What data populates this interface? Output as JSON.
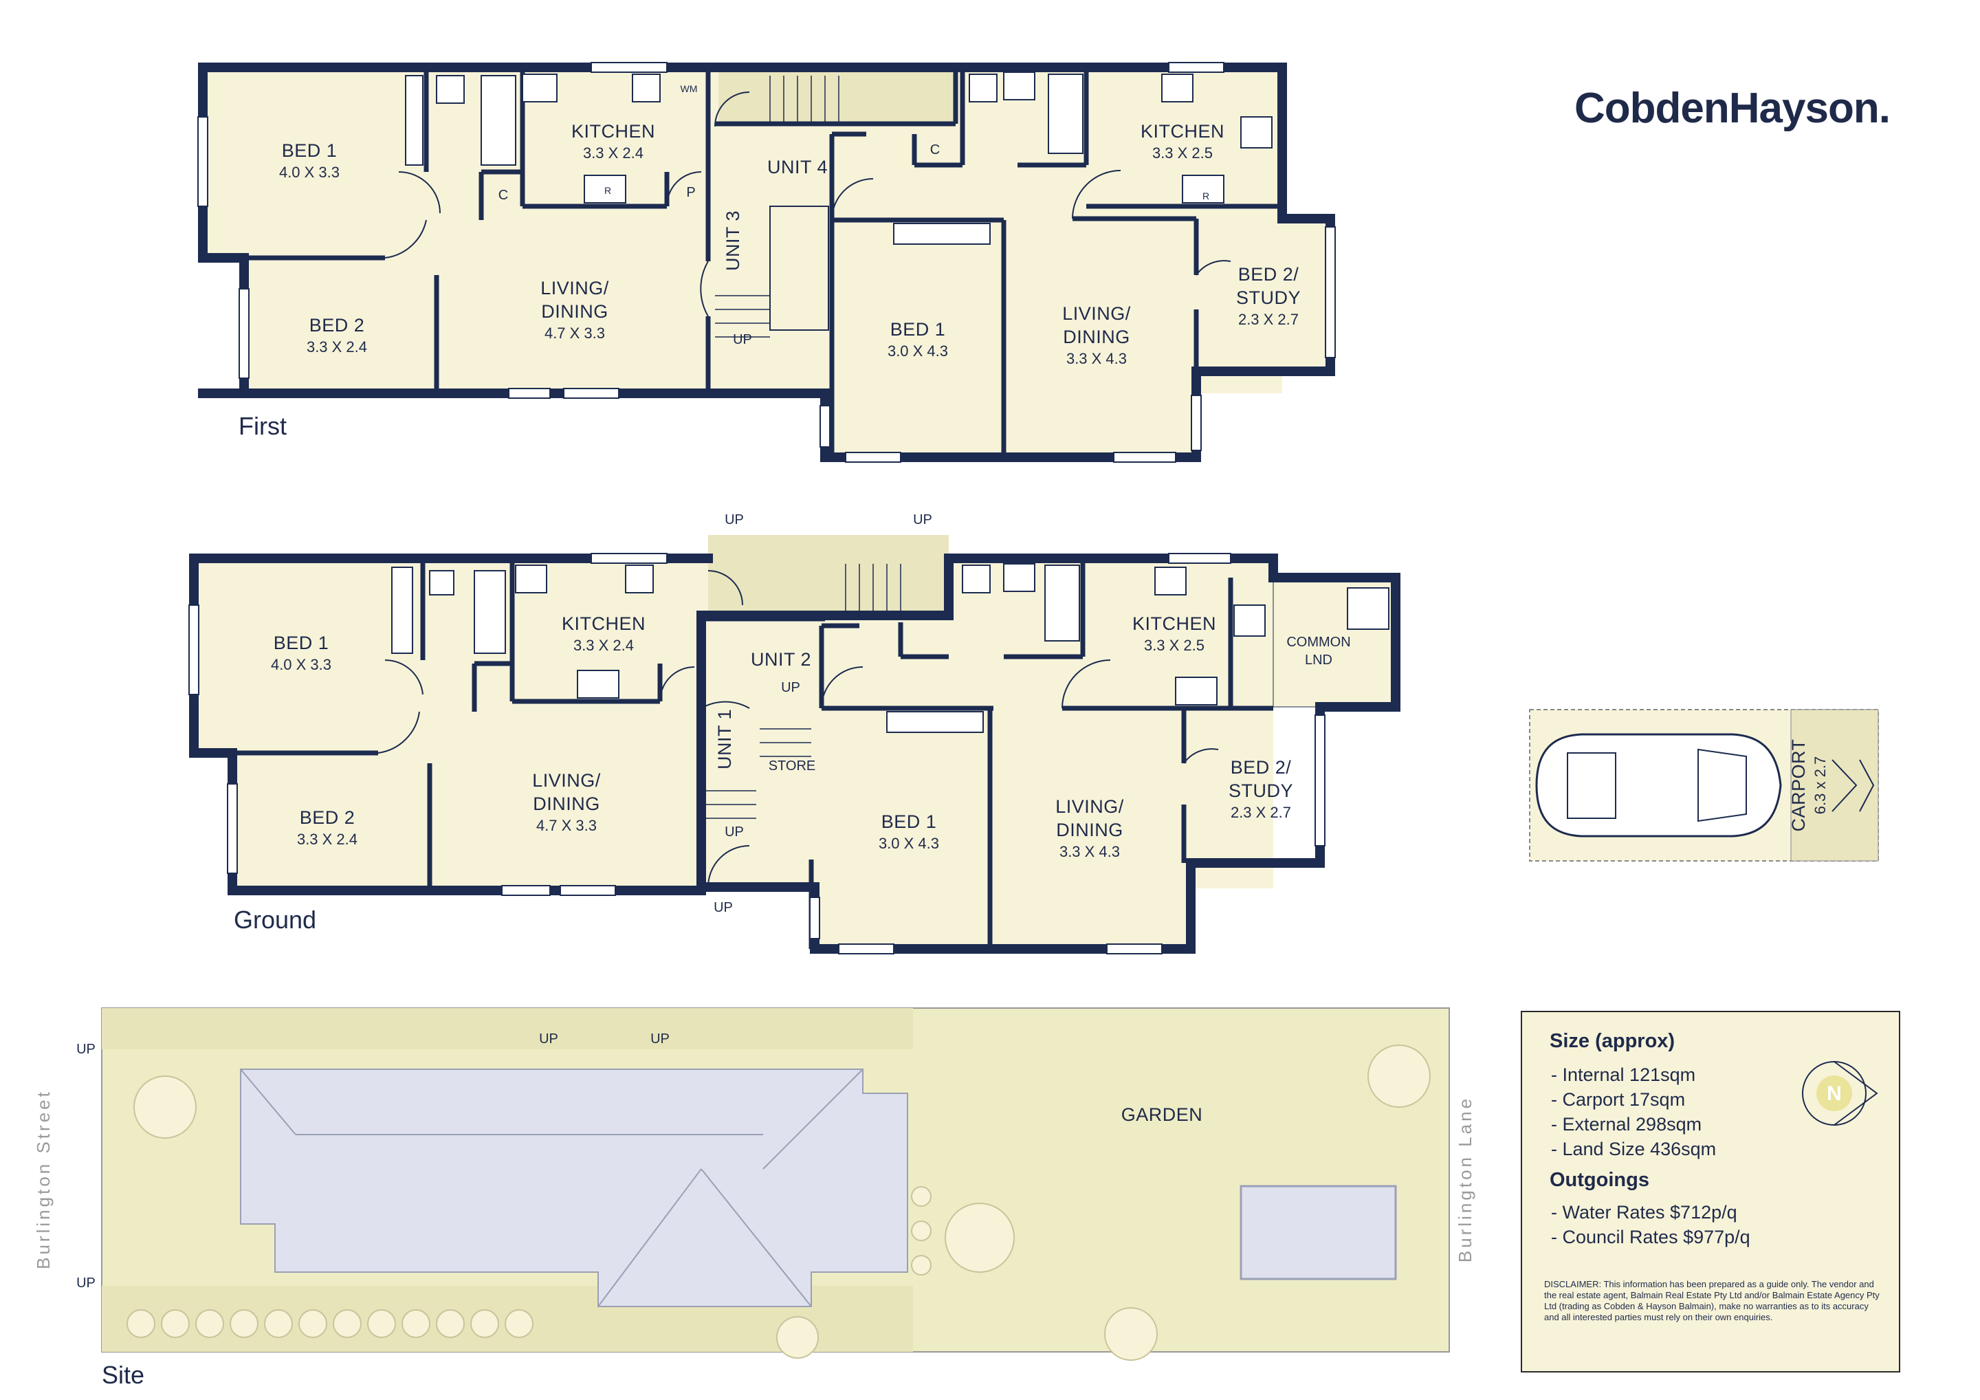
{
  "brand": {
    "logo": "CobdenHayson."
  },
  "first_floor": {
    "label": "First",
    "unit3_label": "UNIT 3",
    "unit4_label": "UNIT 4",
    "rooms": [
      {
        "name": "BED 1",
        "dim": "4.0 X 3.3"
      },
      {
        "name": "BED 2",
        "dim": "3.3 X 2.4"
      },
      {
        "name": "KITCHEN",
        "dim": "3.3 X 2.4"
      },
      {
        "name": "LIVING/",
        "name2": "DINING",
        "dim": "4.7 X 3.3"
      },
      {
        "name": "BED 1",
        "dim": "3.0 X 4.3"
      },
      {
        "name": "LIVING/",
        "name2": "DINING",
        "dim": "3.3 X 4.3"
      },
      {
        "name": "KITCHEN",
        "dim": "3.3 X 2.5"
      },
      {
        "name": "BED 2/",
        "name2": "STUDY",
        "dim": "2.3 X 2.7"
      }
    ],
    "up": "UP",
    "c": "C",
    "p": "P",
    "r": "R",
    "wm": "WM"
  },
  "ground_floor": {
    "label": "Ground",
    "unit1_label": "UNIT 1",
    "unit2_label": "UNIT 2",
    "store": "STORE",
    "common": "COMMON",
    "lnd": "LND",
    "rooms": [
      {
        "name": "BED 1",
        "dim": "4.0 X 3.3"
      },
      {
        "name": "BED 2",
        "dim": "3.3 X 2.4"
      },
      {
        "name": "KITCHEN",
        "dim": "3.3 X 2.4"
      },
      {
        "name": "LIVING/",
        "name2": "DINING",
        "dim": "4.7 X 3.3"
      },
      {
        "name": "BED 1",
        "dim": "3.0 X 4.3"
      },
      {
        "name": "LIVING/",
        "name2": "DINING",
        "dim": "3.3 X 4.3"
      },
      {
        "name": "KITCHEN",
        "dim": "3.3 X 2.5"
      },
      {
        "name": "BED 2/",
        "name2": "STUDY",
        "dim": "2.3 X 2.7"
      }
    ],
    "up": "UP"
  },
  "carport": {
    "label": "CARPORT",
    "dim": "6.3 x 2.7"
  },
  "site": {
    "label": "Site",
    "garden": "GARDEN",
    "street_left": "Burlington Street",
    "street_right": "Burlington Lane",
    "up": "UP"
  },
  "info_panel": {
    "size_heading": "Size (approx)",
    "size_items": [
      "- Internal 121sqm",
      "- Carport 17sqm",
      "- External 298sqm",
      "- Land Size 436sqm"
    ],
    "outgoings_heading": "Outgoings",
    "outgoing_items": [
      "- Water Rates $712p/q",
      "- Council Rates $977p/q"
    ],
    "compass_letter": "N",
    "disclaimer": "DISCLAIMER: This information has been prepared as a guide only. The vendor and the real estate agent, Balmain Real Estate Pty Ltd and/or Balmain Estate Agency Pty Ltd (trading as Cobden & Hayson Balmain), make no warranties as to its accuracy and all interested parties must rely on their own enquiries."
  },
  "colors": {
    "wall": "#1c2b4f",
    "floor": "#f7f3d9",
    "site": "#eeecc4",
    "roof": "#dfe1ee"
  }
}
